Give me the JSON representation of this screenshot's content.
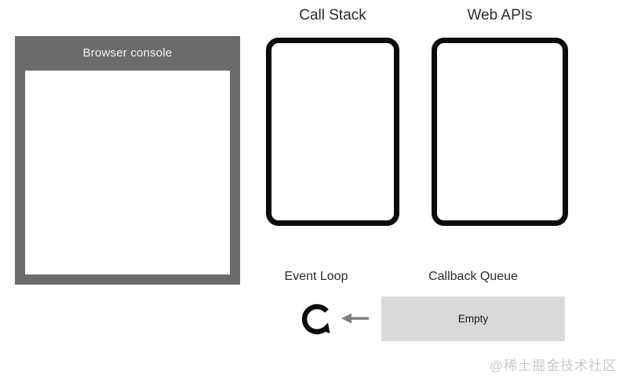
{
  "browser_console": {
    "title": "Browser console",
    "content": ""
  },
  "call_stack": {
    "label": "Call Stack",
    "items": []
  },
  "web_apis": {
    "label": "Web APIs",
    "items": []
  },
  "event_loop": {
    "label": "Event Loop",
    "icon": "loop-arrow-icon"
  },
  "callback_queue": {
    "label": "Callback Queue",
    "state": "Empty"
  },
  "watermark": "@稀土掘金技术社区",
  "colors": {
    "background": "#ffffff",
    "console_frame": "#6b6b6b",
    "console_title_text": "#f2f2f2",
    "outline_box_border": "#0b0b0b",
    "label_text": "#2b2b2b",
    "queue_fill": "#d9d9d9",
    "queue_text": "#1a1a1a",
    "flow_arrow": "#808080",
    "watermark_text": "#c9c9c9"
  }
}
